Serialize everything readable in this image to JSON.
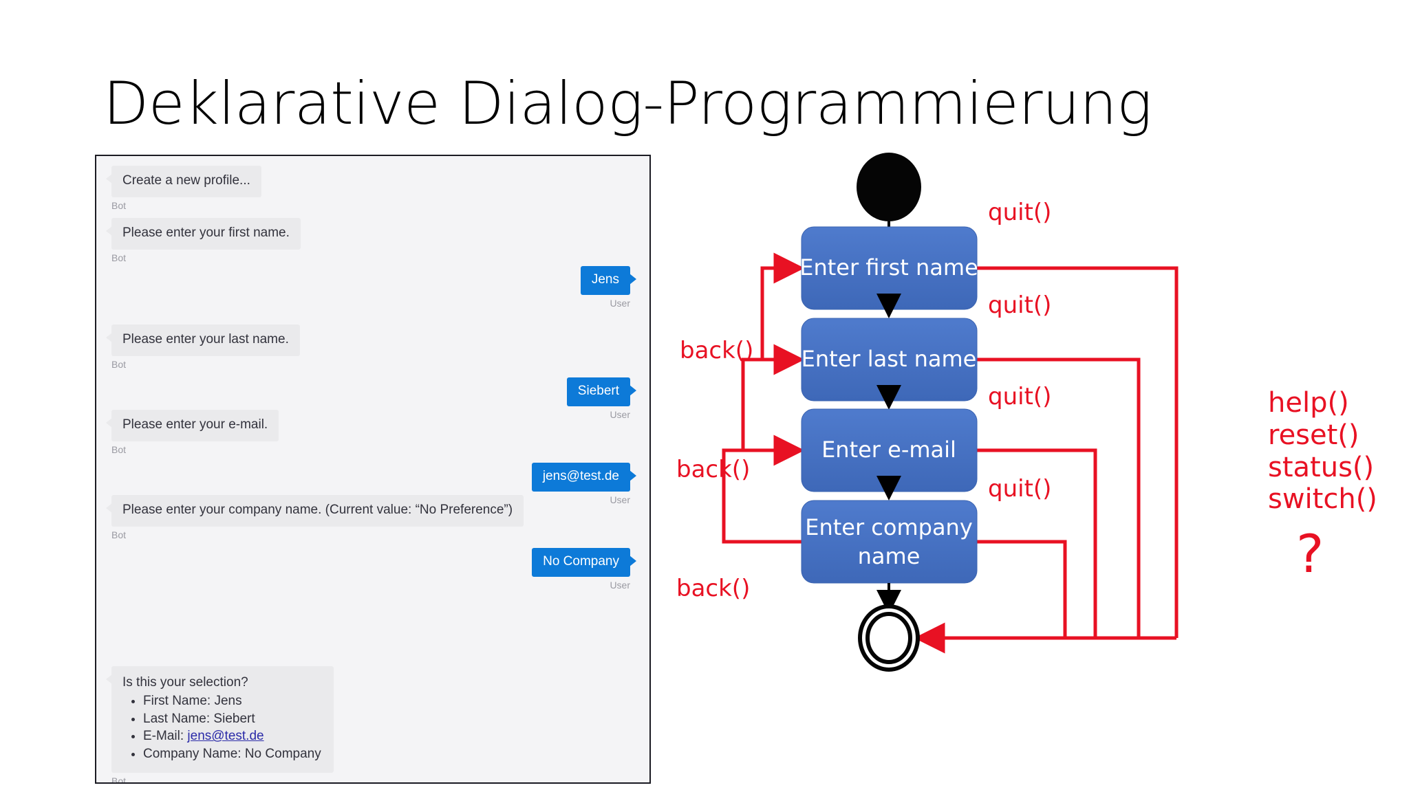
{
  "slide": {
    "title": "Deklarative Dialog-Programmierung",
    "background_color": "#ffffff"
  },
  "chat": {
    "panel_background": "#f4f4f6",
    "bot_bubble_color": "#eaeaec",
    "user_bubble_color": "#0d7ad8",
    "bot_speaker_label": "Bot",
    "user_speaker_label": "User",
    "messages": [
      {
        "role": "bot",
        "text": "Create a new profile...",
        "speaker": "Bot"
      },
      {
        "role": "bot",
        "text": "Please enter your first name.",
        "speaker": "Bot"
      },
      {
        "role": "user",
        "text": "Jens",
        "speaker": "User"
      },
      {
        "role": "bot",
        "text": "Please enter your last name.",
        "speaker": "Bot"
      },
      {
        "role": "user",
        "text": "Siebert",
        "speaker": "User"
      },
      {
        "role": "bot",
        "text": "Please enter your e-mail.",
        "speaker": "Bot"
      },
      {
        "role": "user",
        "text": "jens@test.de",
        "speaker": "User"
      },
      {
        "role": "bot",
        "text": "Please enter your company name. (Current value: “No Preference”)",
        "speaker": "Bot"
      },
      {
        "role": "user",
        "text": "No Company",
        "speaker": "User"
      }
    ],
    "summary": {
      "heading": "Is this your selection?",
      "items": [
        {
          "label": "First Name: Jens",
          "link": null
        },
        {
          "label": "Last Name: Siebert",
          "link": null
        },
        {
          "label": "E-Mail: ",
          "link": "jens@test.de"
        },
        {
          "label": "Company Name: No Company",
          "link": null
        }
      ],
      "speaker": "Bot"
    }
  },
  "diagram": {
    "type": "uml-state-machine",
    "state_fill_color": "#4472c4",
    "state_text_color": "#ffffff",
    "transition_color": "#e81123",
    "flow_color": "#000000",
    "initial_state_label": "",
    "final_state_label": "",
    "states": [
      {
        "id": "first-name",
        "label": "Enter first name"
      },
      {
        "id": "last-name",
        "label": "Enter last name"
      },
      {
        "id": "email",
        "label": "Enter e-mail"
      },
      {
        "id": "company",
        "label": "Enter company name"
      }
    ],
    "back_transitions": [
      {
        "label": "back()"
      },
      {
        "label": "back()"
      },
      {
        "label": "back()"
      }
    ],
    "quit_transitions": [
      {
        "label": "quit()"
      },
      {
        "label": "quit()"
      },
      {
        "label": "quit()"
      },
      {
        "label": "quit()"
      }
    ]
  },
  "commands": {
    "color": "#e81123",
    "items": [
      {
        "label": "help()"
      },
      {
        "label": "reset()"
      },
      {
        "label": "status()"
      },
      {
        "label": "switch()"
      }
    ],
    "question_mark": "?"
  }
}
